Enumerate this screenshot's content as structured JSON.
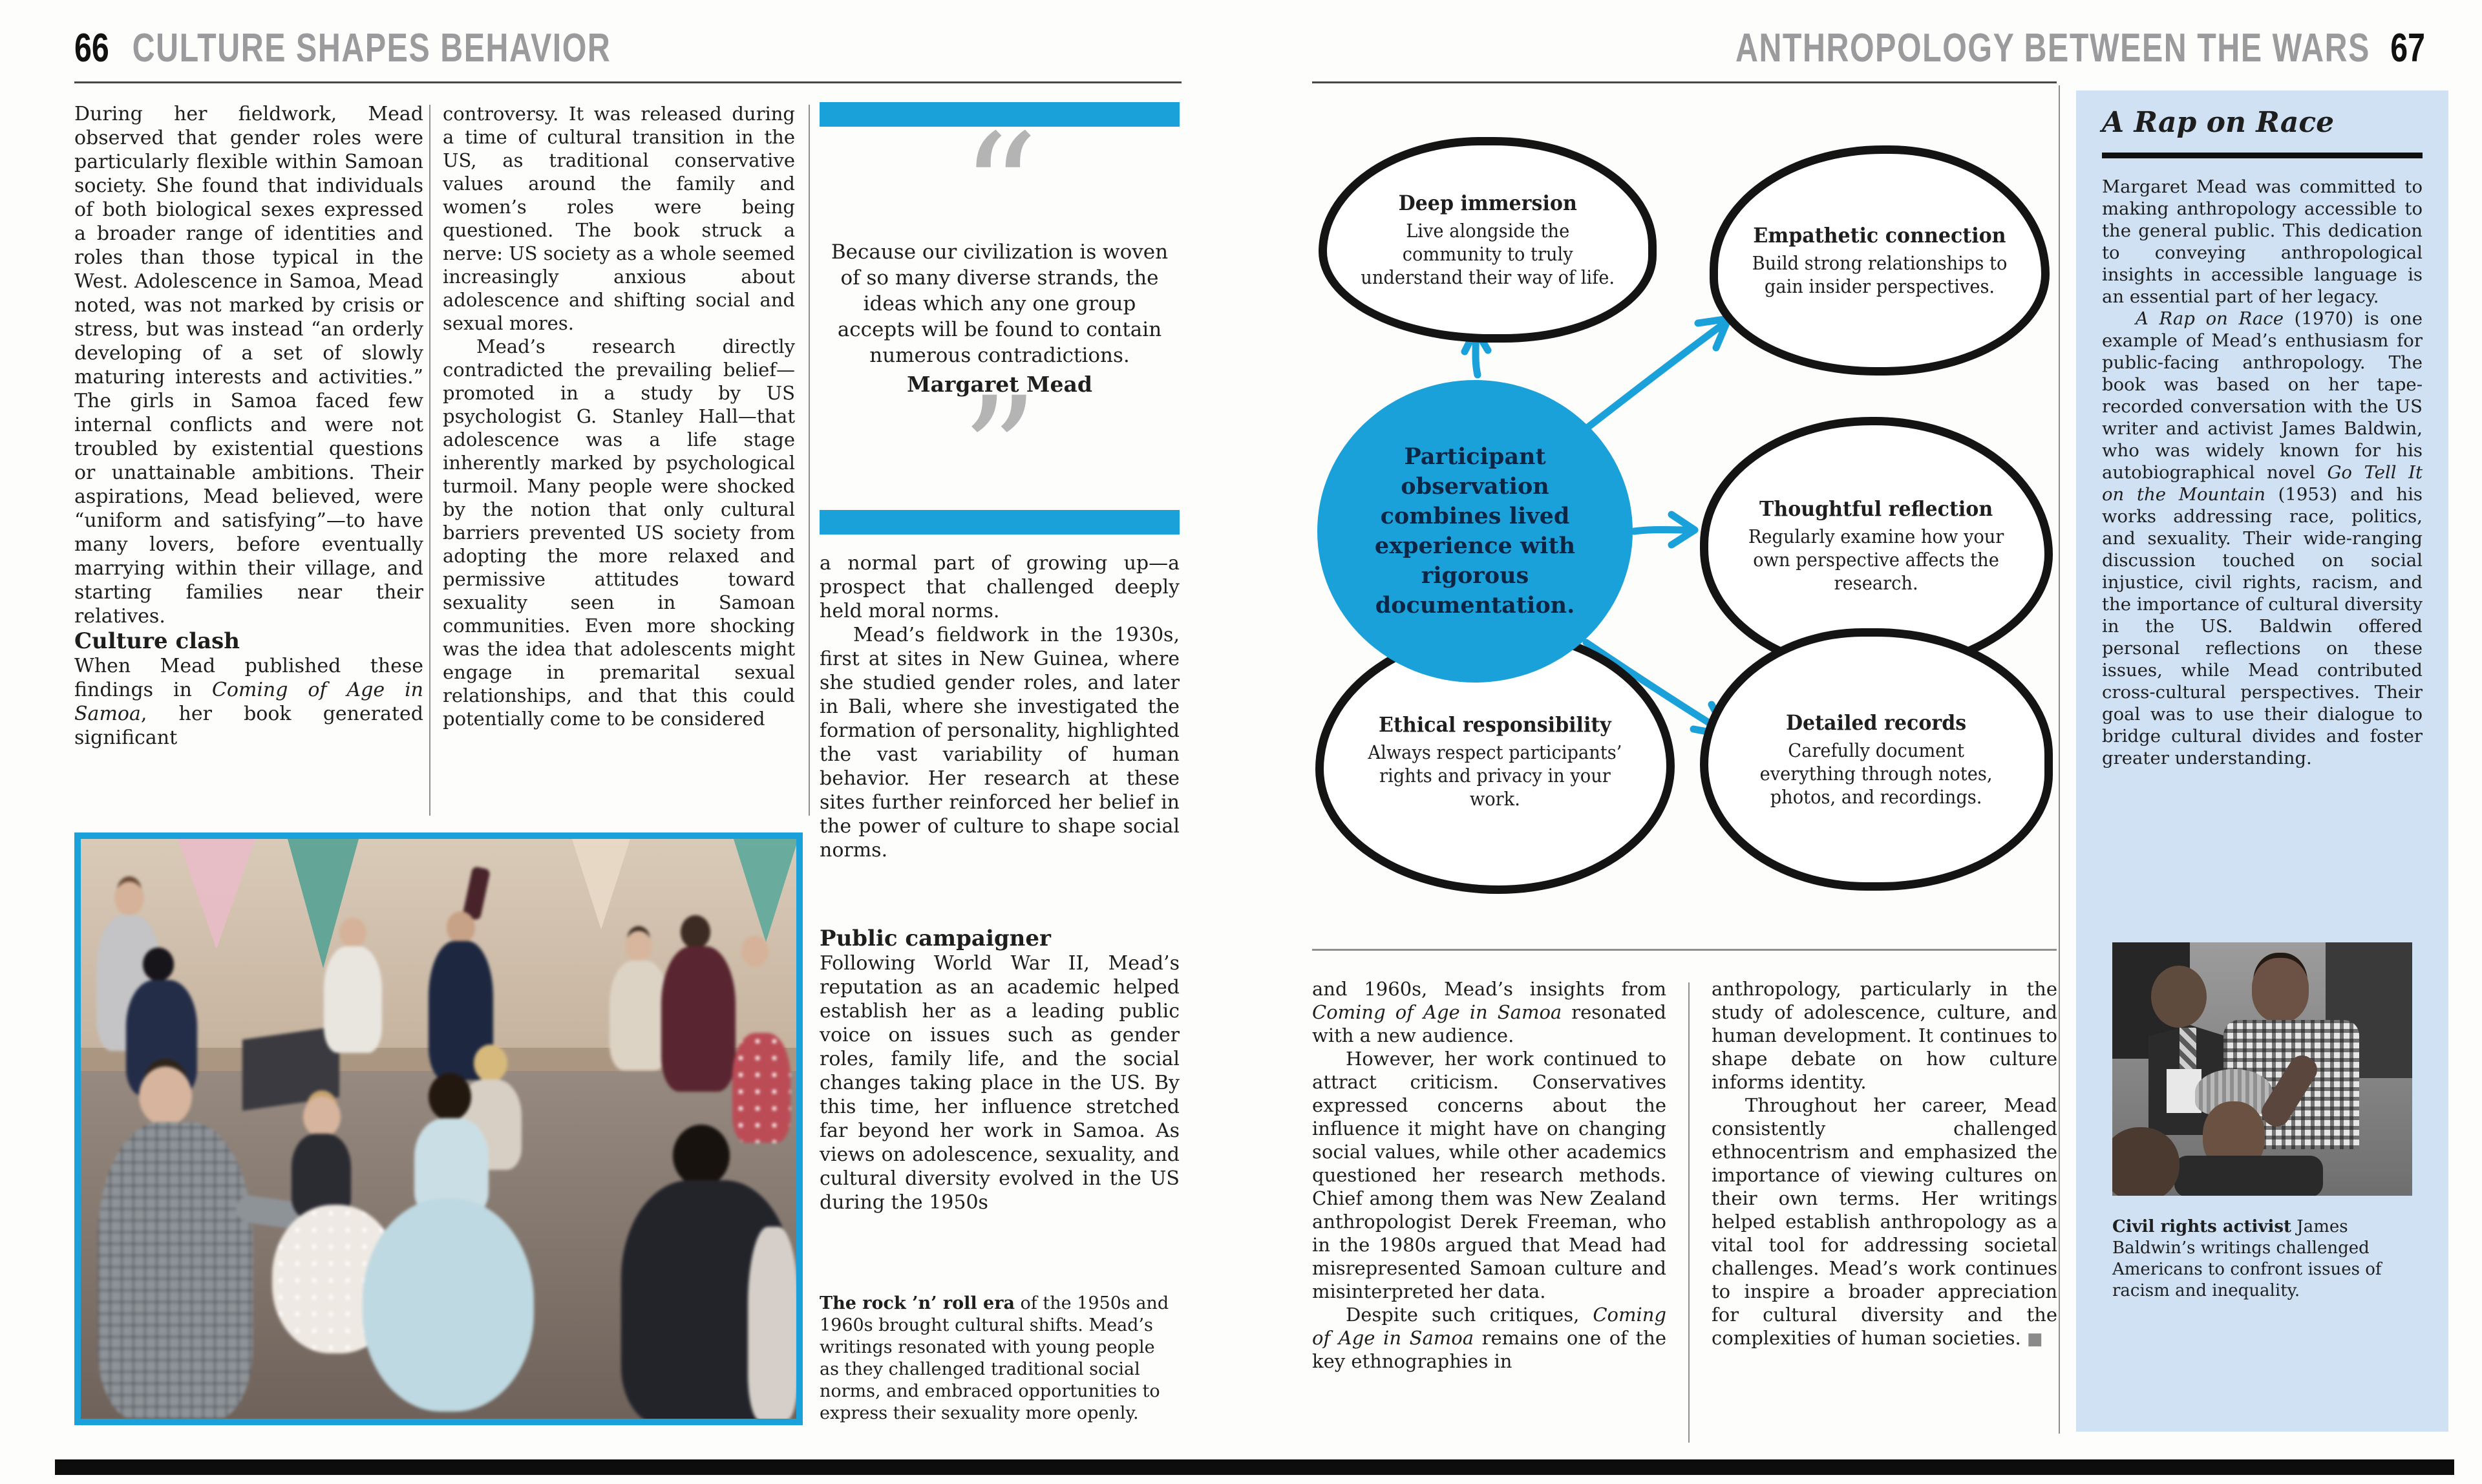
{
  "colors": {
    "accent_blue": "#1ba1da",
    "sidebar_bg": "#cfe1f3",
    "header_gray": "#9b9b9d",
    "text": "#1e1e1e",
    "quote_gray": "#b4b4b4"
  },
  "left_page": {
    "page_number": "66",
    "header": "CULTURE SHAPES BEHAVIOR",
    "col1": {
      "p1": "During her fieldwork, Mead observed that gender roles were particularly flexible within Samoan society. She found that individuals of both biological sexes expressed a broader range of identities and roles than those typical in the West. Adolescence in Samoa, Mead noted, was not marked by crisis or stress, but was instead “an orderly developing of a set of slowly maturing interests and activities.” The girls in Samoa faced few internal conflicts and were not troubled by existential questions or unattainable ambitions. Their aspirations, Mead believed, were “uniform and satisfying”—to have many lovers, before eventually marrying within their village, and starting families near their relatives.",
      "heading": "Culture clash",
      "p2a": "When Mead published these findings in ",
      "p2b": "Coming of Age in Samoa",
      "p2c": ", her book generated significant"
    },
    "col2": {
      "p1": "controversy. It was released during a time of cultural transition in the US, as traditional conservative values around the family and women’s roles were being questioned. The book struck a nerve: US society as a whole seemed increasingly anxious about adolescence and shifting social and sexual mores.",
      "p2": "Mead’s research directly contradicted the prevailing belief—promoted in a study by US psychologist G. Stanley Hall—that adolescence was a life stage inherently marked by psychological turmoil. Many people were shocked by the notion that only cultural barriers prevented US society from adopting the more relaxed and permissive attitudes toward sexuality seen in Samoan communities. Even more shocking was the idea that adolescents might engage in premarital sexual relationships, and that this could potentially come to be considered"
    },
    "quote": {
      "open": "“",
      "close": "”",
      "text": "Because our civilization is woven of so many diverse strands, the ideas which any one group accepts will be found to contain numerous contradictions.",
      "attribution": "Margaret Mead"
    },
    "col3": {
      "p1": "a normal part of growing up—a prospect that challenged deeply held moral norms.",
      "p2": "Mead’s fieldwork in the 1930s, first at sites in New Guinea, where she studied gender roles, and later in Bali, where she investigated the formation of personality, highlighted the vast variability of human behavior. Her research at these sites further reinforced her belief in the power of culture to shape social norms.",
      "heading": "Public campaigner",
      "p3": "Following World War II, Mead’s reputation as an academic helped establish her as a leading public voice on issues such as gender roles, family life, and the social changes taking place in the US. By this time, her influence stretched far beyond her work in Samoa. As views on adolescence, sexuality, and cultural diversity evolved in the US during the 1950s"
    },
    "caption": {
      "lead": "The rock ’n’ roll era",
      "rest": " of the 1950s and 1960s brought cultural shifts. Mead’s writings resonated with young people as they challenged traditional social norms, and embraced opportunities to express their sexuality more openly."
    }
  },
  "right_page": {
    "header": "ANTHROPOLOGY BETWEEN THE WARS",
    "page_number": "67",
    "diagram": {
      "center": "Participant observation combines lived experience with rigorous documentation.",
      "bubbles": [
        {
          "title": "Deep immersion",
          "text": "Live alongside the community to truly understand their way of life."
        },
        {
          "title": "Empathetic connection",
          "text": "Build strong relationships to gain insider perspectives."
        },
        {
          "title": "Thoughtful reflection",
          "text": "Regularly examine how your own perspective affects the research."
        },
        {
          "title": "Ethical responsibility",
          "text": "Always respect participants’ rights and privacy in your work."
        },
        {
          "title": "Detailed records",
          "text": "Carefully document everything through notes, photos, and recordings."
        }
      ]
    },
    "colA": {
      "p1a": "and 1960s, Mead’s insights from ",
      "p1b": "Coming of Age in Samoa",
      "p1c": " resonated with a new audience.",
      "p2": "However, her work continued to attract criticism. Conservatives expressed concerns about the influence it might have on changing social values, while other academics questioned her research methods. Chief among them was New Zealand anthropologist Derek Freeman, who in the 1980s argued that Mead had misrepresented Samoan culture and misinterpreted her data.",
      "p3a": "Despite such critiques, ",
      "p3b": "Coming of Age in Samoa",
      "p3c": " remains one of the key ethnographies in"
    },
    "colB": {
      "p1": "anthropology, particularly in the study of adolescence, culture, and human development. It continues to shape debate on how culture informs identity.",
      "p2": "Throughout her career, Mead consistently challenged ethnocentrism and emphasized the importance of viewing cultures on their own terms. Her writings helped establish anthropology as a vital tool for addressing societal challenges. Mead’s work continues to inspire a broader appreciation for cultural diversity and the complexities of human societies. ",
      "end_mark": "■"
    }
  },
  "sidebar": {
    "title": "A Rap on Race",
    "p1": "Margaret Mead was committed to making anthropology accessible to the general public. This dedication to conveying anthropological insights in accessible language is an essential part of her legacy.",
    "p2a": "A Rap on Race",
    "p2b": " (1970) is one example of Mead’s enthusiasm for public-facing anthropology. The book was based on her tape-recorded conversation with the US writer and activist James Baldwin, who was widely known for his autobiographical novel ",
    "p2c": "Go Tell It on the Mountain",
    "p2d": " (1953) and his works addressing race, politics, and sexuality. Their wide-ranging discussion touched on social injustice, civil rights, racism, and the importance of cultural diversity in the US. Baldwin offered personal reflections on these issues, while Mead contributed cross-cultural perspectives. Their goal was to use their dialogue to bridge cultural divides and foster greater understanding.",
    "caption_lead": "Civil rights activist",
    "caption_rest": " James Baldwin’s writings challenged Americans to confront issues of racism and inequality."
  }
}
